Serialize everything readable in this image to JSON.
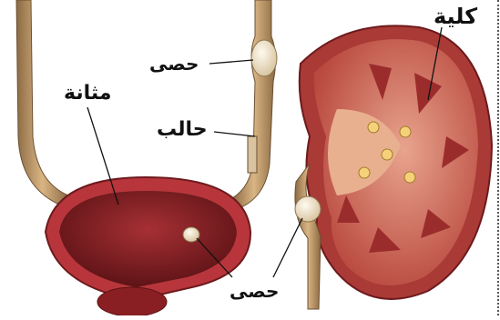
{
  "labels": {
    "kidney": "كلية",
    "bladder": "مثانة",
    "stone_top": "حصى",
    "ureter": "حالب",
    "stone_bottom": "حصى"
  },
  "colors": {
    "ureter_tan": "#c9a06e",
    "bladder_dark": "#8a1f23",
    "bladder_wall": "#b8363b",
    "kidney_outer": "#a93a36",
    "kidney_cortex": "#d9826d",
    "kidney_pyramid": "#9b2c2c",
    "stone": "#f1e4c9",
    "fat": "#f5d27a"
  }
}
